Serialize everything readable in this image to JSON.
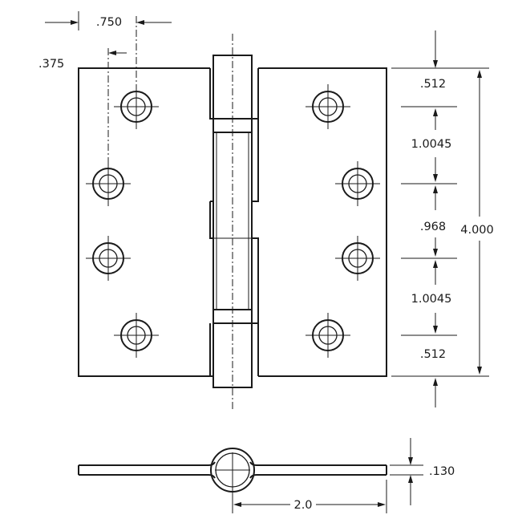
{
  "dimensions": {
    "hole_spacing": ".750",
    "edge_offset": ".375",
    "top_margin": ".512",
    "spacing_upper": "1.0045",
    "spacing_middle": ".968",
    "spacing_lower": "1.0045",
    "bottom_margin": ".512",
    "overall_height": "4.000",
    "leaf_thickness": ".130",
    "half_width": "2.0"
  }
}
